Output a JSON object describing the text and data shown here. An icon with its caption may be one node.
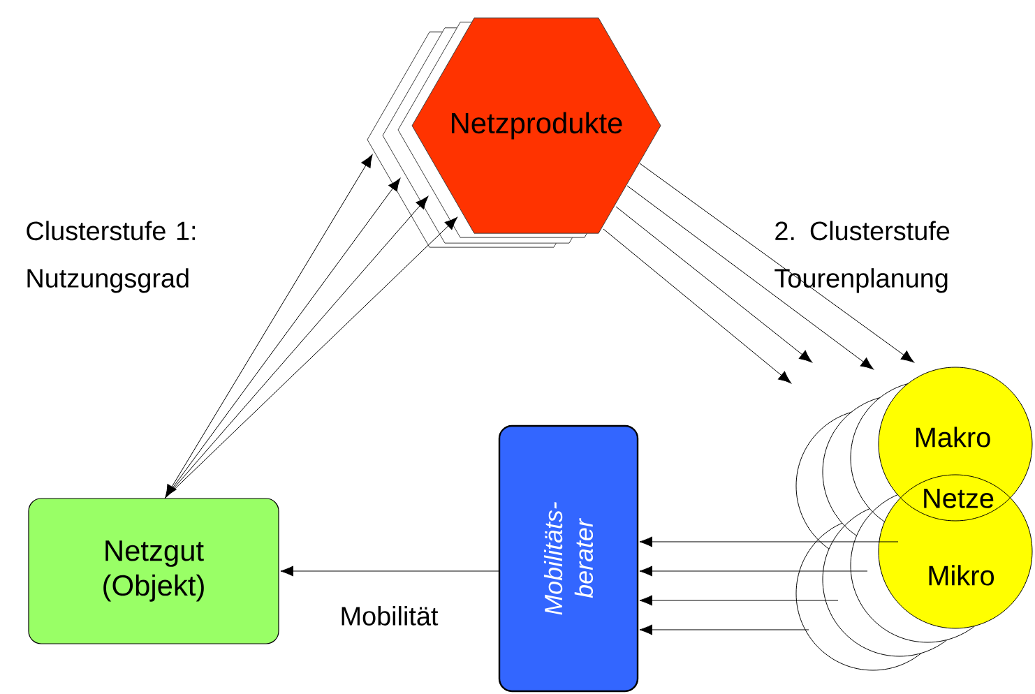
{
  "diagram": {
    "nodes": [
      {
        "text": [
          "Netzprodukte"
        ]
      },
      {
        "text": [
          "Netzgut (Objekt)"
        ]
      },
      {
        "text": [
          "Mobilitäts- berater"
        ]
      },
      {
        "text": [
          "Makro",
          "Netze",
          "Mikro"
        ]
      }
    ],
    "edges": [
      {
        "from": 1,
        "to": 0,
        "arrow": "both"
      },
      {
        "from": 1,
        "to": 0,
        "arrow": "to"
      },
      {
        "from": 1,
        "to": 0,
        "arrow": "to"
      },
      {
        "from": 1,
        "to": 0,
        "arrow": "to"
      },
      {
        "from": 0,
        "to": 3,
        "arrow": "to"
      },
      {
        "from": 0,
        "to": 3,
        "arrow": "to"
      },
      {
        "from": 0,
        "to": 3,
        "arrow": "to"
      },
      {
        "from": 0,
        "to": 3,
        "arrow": "to"
      },
      {
        "from": 3,
        "to": 2,
        "arrow": "to"
      },
      {
        "from": 3,
        "to": 2,
        "arrow": "to"
      },
      {
        "from": 3,
        "to": 2,
        "arrow": "to"
      },
      {
        "from": 3,
        "to": 2,
        "arrow": "to"
      },
      {
        "from": 2,
        "to": 1,
        "arrow": "to",
        "label": "Mobilität"
      }
    ],
    "labels": [
      "Clusterstufe 1: Nutzungsgrad",
      "2. Clusterstufe Tourenplanung"
    ]
  }
}
